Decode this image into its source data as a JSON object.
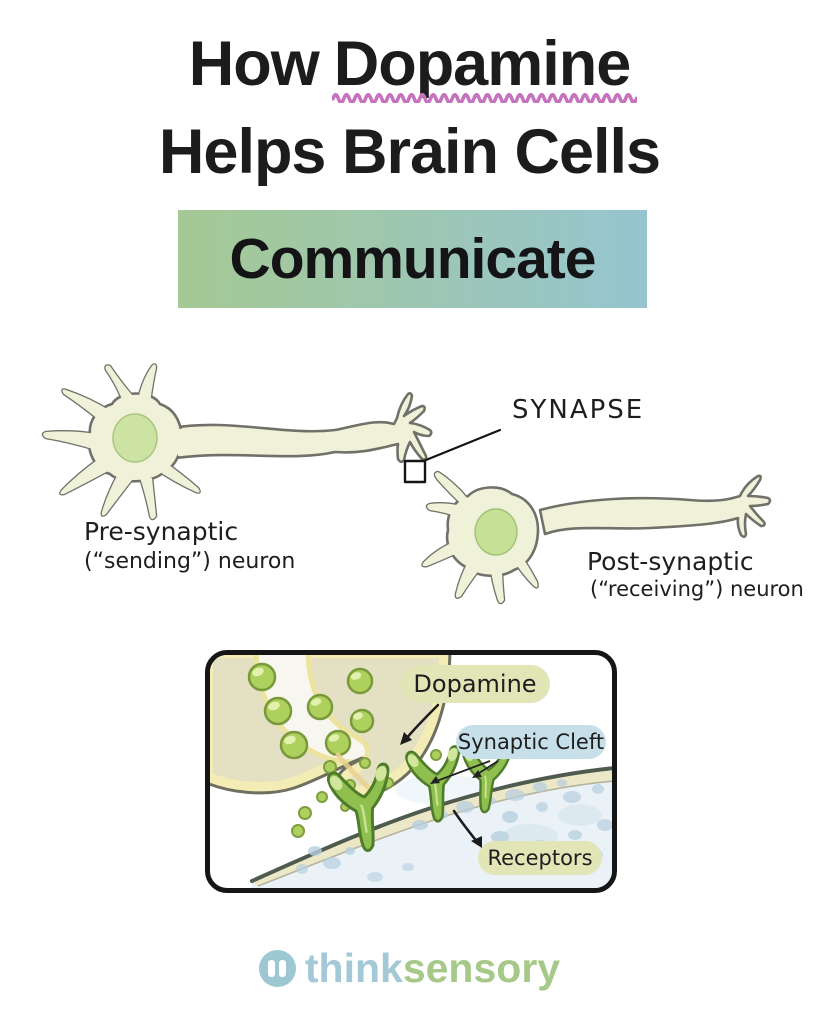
{
  "title": {
    "line1_word1": "How",
    "line1_word2": "Dopamine",
    "line2": "Helps Brain Cells",
    "banner": "Communicate"
  },
  "neuron_diagram": {
    "synapse_label": "SYNAPSE",
    "pre_label_line1": "Pre-synaptic",
    "pre_label_line2": "(“sending”) neuron",
    "post_label_line1": "Post-synaptic",
    "post_label_line2": "(“receiving”) neuron"
  },
  "synapse_inset": {
    "dopamine_label": "Dopamine",
    "cleft_label": "Synaptic Cleft",
    "receptors_label": "Receptors"
  },
  "footer": {
    "brand_part1": "think",
    "brand_part2": "sensory",
    "logo_icon": "pause-icon"
  },
  "colors": {
    "title_text": "#1c1c1e",
    "underline_wave": "#c573be",
    "banner_gradient_left": "#a5c994",
    "banner_gradient_right": "#96c5d0",
    "neuron_fill": "#eff1d8",
    "neuron_outline": "#71716a",
    "nucleus_green": "#cde3a3",
    "nucleus_green_post": "#c6e096",
    "vesicle_green": "#aed05c",
    "receptor_green": "#8fc04f",
    "pill_olive": "#e2e5b6",
    "pill_blue": "#c7dfe9",
    "membrane_cream": "#ece7c6",
    "speckle_blue": "#b7cfdf",
    "brand_blue": "#a3c9d6",
    "brand_green": "#a6c989",
    "logo_circle": "#9cc7d3"
  }
}
